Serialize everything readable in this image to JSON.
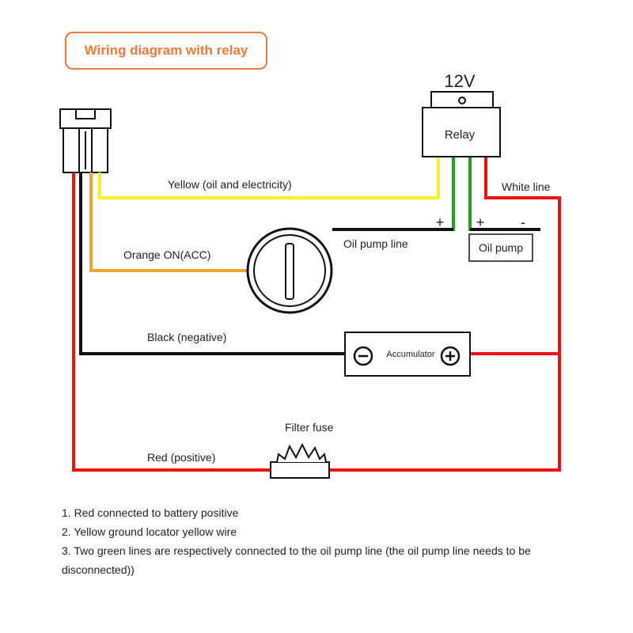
{
  "title": "Wiring diagram with relay",
  "labels": {
    "voltage": "12V",
    "relay": "Relay",
    "white_line": "White line",
    "yellow": "Yellow (oil and electricity)",
    "oil_pump_line": "Oil pump line",
    "oil_pump": "Oil pump",
    "orange": "Orange  ON(ACC)",
    "black": "Black (negative)",
    "accumulator": "Accumulator",
    "filter_fuse": "Filter fuse",
    "red": "Red (positive)",
    "plus": "+",
    "minus": "-"
  },
  "notes": [
    "1. Red connected to battery positive",
    "2. Yellow ground locator yellow wire",
    "3. Two green lines are respectively connected to the oil pump line (the oil pump line needs to be disconnected))"
  ],
  "colors": {
    "accent": "#f07a3a",
    "yellow": "#f5f020",
    "orange": "#f5a030",
    "red": "#ee1111",
    "green": "#1aa51a",
    "black": "#111111"
  }
}
